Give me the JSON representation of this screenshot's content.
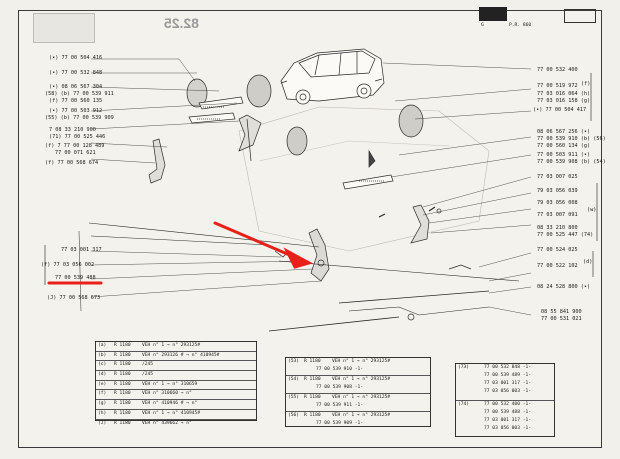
{
  "header": {
    "page_number": "82.25",
    "right_codes": [
      "G",
      "P.R. 860"
    ]
  },
  "left_refs": [
    "(•) 77 00 504 416",
    "(•) 77 00 532 848",
    "(•) 08 06 567 304",
    "(58) (b) 77 00 539 911",
    "(f) 77 00 560 135",
    "(•) 77 00 503 912",
    "(55) (b) 77 00 539 909",
    "7 08 33 210 900",
    "(71) 77 00 525 446",
    "(f) 7 77 00 128 489",
    "77 00 071 621",
    "(f) 77 00 568 674"
  ],
  "left_lower_refs": [
    "77 03 001 317",
    "(f) 77 03 056 002",
    "77 00 539 488",
    "(J) 77 00 568 673"
  ],
  "right_refs": [
    "77 00 532 400",
    "77 00 519 972",
    "77 03 016 064 (h)",
    "77 03 016 158 (g)",
    "(•) 77 00 504 417",
    "08 06 567 256 (•)",
    "77 00 539 910 (b) (56)",
    "77 00 560 134 (g)",
    "77 00 503 911 (•)",
    "77 00 539 908 (b) (54)",
    "77 03 007 025",
    "79 03 056 039",
    "79 03 056 008",
    "77 03 007 091",
    "08 33 210 800",
    "77 00 525 447 (74)",
    "77 00 524 025",
    "77 00 522 102",
    "08 24 528 800 (•)",
    "08 55 841 900",
    "77 00 531 021"
  ],
  "right_bracket_labels": [
    "(f)",
    "(w)",
    "(d)"
  ],
  "notes_table": [
    [
      "(a)",
      "R 1180",
      "VEH n° 1 → n° 293125#"
    ],
    [
      "(b)",
      "R 1180",
      "VEH n° 293126 # → n° 410945#"
    ],
    [
      "(c)",
      "R 1180",
      "/245"
    ],
    [
      "(d)",
      "R 1180",
      "/245"
    ],
    [
      "(e)",
      "R 1180",
      "VEH n° 1 → n° 310659"
    ],
    [
      "(f)",
      "R 1180",
      "VEH n° 310660 → n°"
    ],
    [
      "(g)",
      "R 1180",
      "VEH n° 410946 # → n°"
    ],
    [
      "(h)",
      "R 1180",
      "VEH n° 1 → n° 410945#"
    ],
    [
      "(J)",
      "R 1180",
      "VEH n° 439662 → n°"
    ]
  ],
  "middle_table": [
    [
      "(53)",
      "R 1180",
      "VEH n° 1 → n° 293125#",
      "77 00 539 910 -1-"
    ],
    [
      "(54)",
      "R 1180",
      "VEH n° 1 → n° 293125#",
      "77 00 539 908 -1-"
    ],
    [
      "(55)",
      "R 1180",
      "VEH n° 1 → n° 293125#",
      "77 00 539 911 -1-"
    ],
    [
      "(56)",
      "R 1180",
      "VEH n° 1 → n° 293125#",
      "77 00 539 909 -1-"
    ]
  ],
  "right_table": [
    [
      "(73)",
      "77 00 532 848 -1-",
      "77 00 539 489 -1-",
      "77 03 001 317 -1-",
      "77 03 056 003 -1-"
    ],
    [
      "(74)",
      "77 00 532 400 -1-",
      "77 00 539 488 -1-",
      "77 03 001 317 -1-",
      "77 03 056 003 -1-"
    ]
  ],
  "colors": {
    "paper": "#f4f2ec",
    "ink": "#1b1b1b",
    "annotation_red": "#e8201a"
  }
}
